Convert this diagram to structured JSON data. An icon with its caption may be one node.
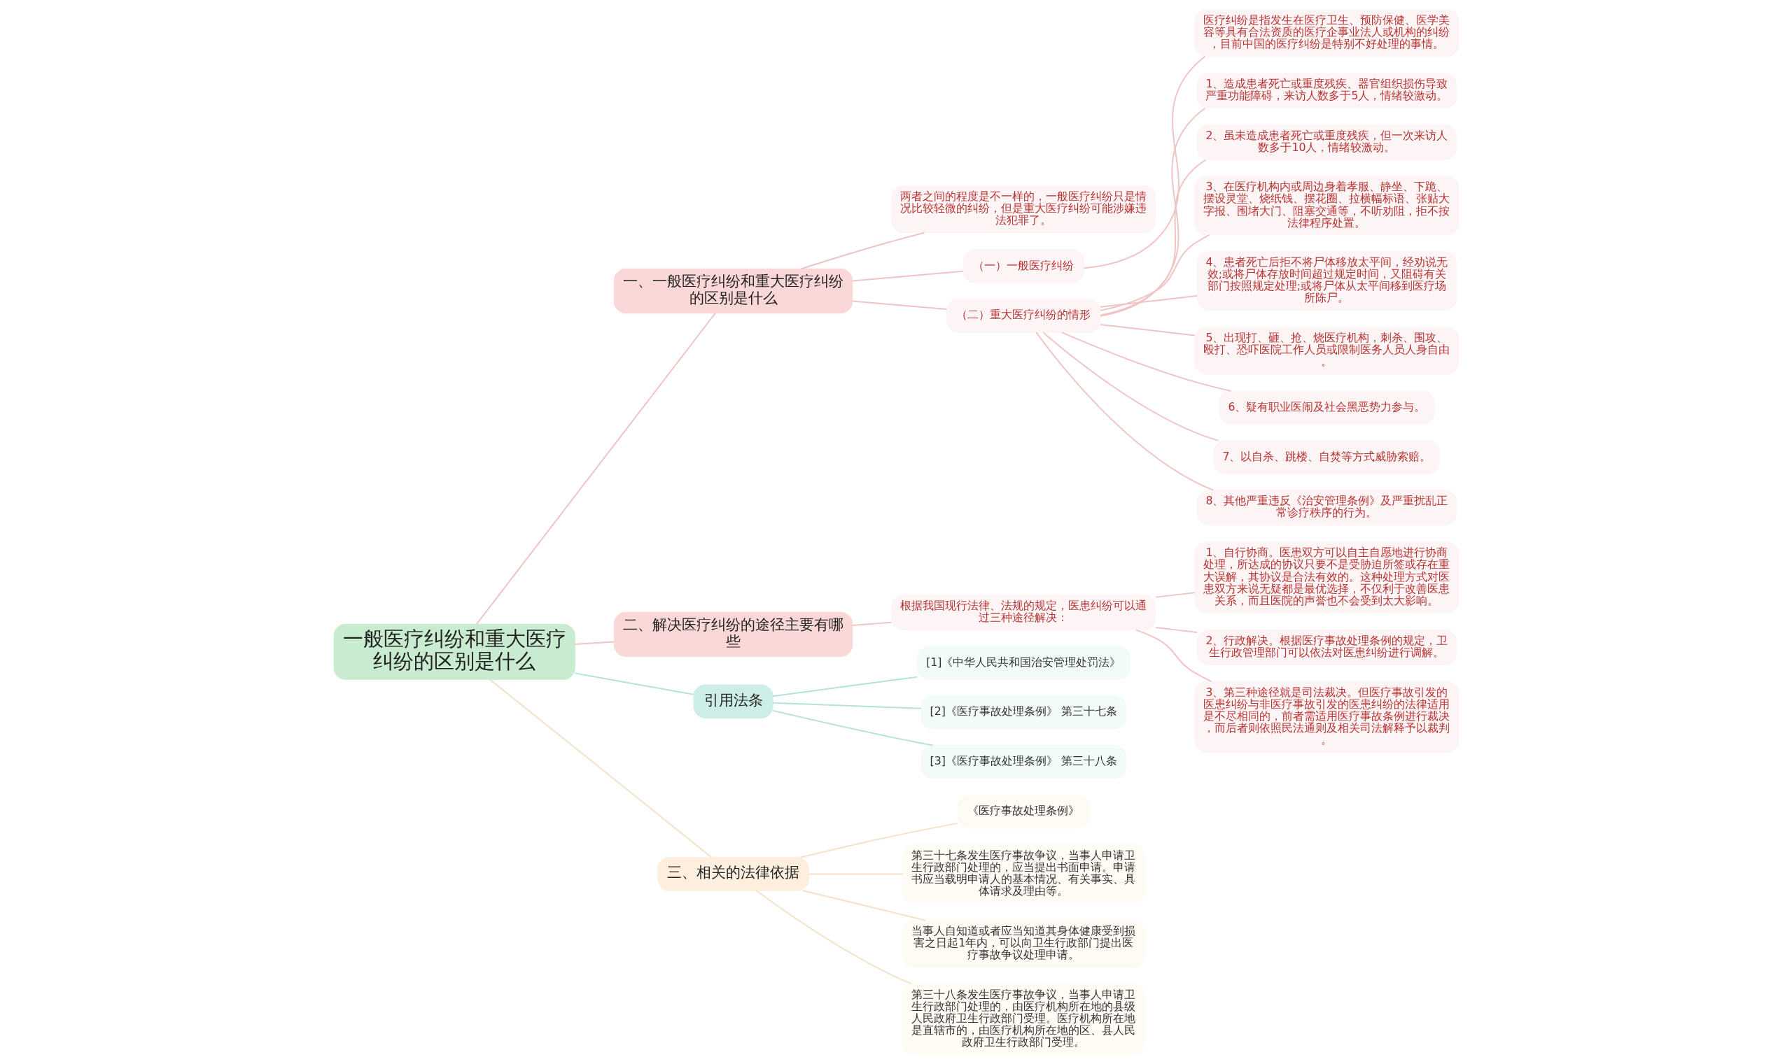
{
  "diagram": {
    "nodes": [
      {
        "text": [
          "一般医疗纠纷和重大医疗纠纷的区别是什么"
        ]
      },
      {
        "text": [
          "一、一般医疗纠纷和重大医疗纠纷的区别是什么"
        ]
      },
      {
        "text": [
          "两者之间的程度是不一样的，一般医疗纠纷只是情况比较轻微的纠纷，但是重大医疗纠纷可能涉嫌违法犯罪了。"
        ]
      },
      {
        "text": [
          "（一）一般医疗纠纷"
        ]
      },
      {
        "text": [
          "医疗纠纷是指发生在医疗卫生、预防保健、医学美容等具有合法资质的医疗企事业法人或机构的纠纷，目前中国的医疗纠纷是特别不好处理的事情。"
        ]
      },
      {
        "text": [
          "（二）重大医疗纠纷的情形"
        ]
      },
      {
        "text": [
          "1、造成患者死亡或重度残疾、器官组织损伤导致严重功能障碍，来访人数多于5人，情绪较激动。"
        ]
      },
      {
        "text": [
          "2、虽未造成患者死亡或重度残疾，但一次来访人数多于10人，情绪较激动。"
        ]
      },
      {
        "text": [
          "3、在医疗机构内或周边身着孝服、静坐、下跪、摆设灵堂、烧纸钱、摆花圈、拉横幅标语、张贴大字报、围堵大门、阻塞交通等，不听劝阻，拒不按法律程序处置。"
        ]
      },
      {
        "text": [
          "4、患者死亡后拒不将尸体移放太平间，经劝说无效;或将尸体存放时间超过规定时间，又阻碍有关部门按照规定处理;或将尸体从太平间移到医疗场所陈尸。"
        ]
      },
      {
        "text": [
          "5、出现打、砸、抢、烧医疗机构，刺杀、围攻、殴打、恐吓医院工作人员或限制医务人员人身自由。"
        ]
      },
      {
        "text": [
          "6、疑有职业医闹及社会黑恶势力参与。"
        ]
      },
      {
        "text": [
          "7、以自杀、跳楼、自焚等方式威胁索赔。"
        ]
      },
      {
        "text": [
          "8、其他严重违反《治安管理条例》及严重扰乱正常诊疗秩序的行为。"
        ]
      },
      {
        "text": [
          "二、解决医疗纠纷的途径主要有哪些"
        ]
      },
      {
        "text": [
          "根据我国现行法律、法规的规定，医患纠纷可以通过三种途径解决："
        ]
      },
      {
        "text": [
          "1、自行协商。医患双方可以自主自愿地进行协商处理，所达成的协议只要不是受胁迫所签或存在重大误解，其协议是合法有效的。这种处理方式对医患双方来说无疑都是最优选择，不仅利于改善医患关系，而且医院的声誉也不会受到太大影响。"
        ]
      },
      {
        "text": [
          "2、行政解决。根据医疗事故处理条例的规定，卫生行政管理部门可以依法对医患纠纷进行调解。"
        ]
      },
      {
        "text": [
          "3、第三种途径就是司法裁决。但医疗事故引发的医患纠纷与非医疗事故引发的医患纠纷的法律适用是不尽相同的，前者需适用医疗事故条例进行裁决，而后者则依照民法通则及相关司法解释予以裁判。"
        ]
      },
      {
        "text": [
          "引用法条"
        ]
      },
      {
        "text": [
          "[1]《中华人民共和国治安管理处罚法》"
        ]
      },
      {
        "text": [
          "[2]《医疗事故处理条例》 第三十七条"
        ]
      },
      {
        "text": [
          "[3]《医疗事故处理条例》 第三十八条"
        ]
      },
      {
        "text": [
          "三、相关的法律依据"
        ]
      },
      {
        "text": [
          "《医疗事故处理条例》"
        ]
      },
      {
        "text": [
          "第三十七条发生医疗事故争议，当事人申请卫生行政部门处理的，应当提出书面申请。申请书应当载明申请人的基本情况、有关事实、具体请求及理由等。"
        ]
      },
      {
        "text": [
          "当事人自知道或者应当知道其身体健康受到损害之日起1年内，可以向卫生行政部门提出医疗事故争议处理申请。"
        ]
      },
      {
        "text": [
          "第三十八条发生医疗事故争议，当事人申请卫生行政部门处理的，由医疗机构所在地的县级人民政府卫生行政部门受理。医疗机构所在地是直辖市的，由医疗机构所在地的区、县人民政府卫生行政部门受理。"
        ]
      }
    ],
    "edges": [
      {
        "from": 0,
        "to": 1,
        "arrow": "none"
      },
      {
        "from": 1,
        "to": 2,
        "arrow": "none"
      },
      {
        "from": 1,
        "to": 3,
        "arrow": "none"
      },
      {
        "from": 3,
        "to": 4,
        "arrow": "none"
      },
      {
        "from": 1,
        "to": 5,
        "arrow": "none"
      },
      {
        "from": 5,
        "to": 6,
        "arrow": "none"
      },
      {
        "from": 5,
        "to": 7,
        "arrow": "none"
      },
      {
        "from": 5,
        "to": 8,
        "arrow": "none"
      },
      {
        "from": 5,
        "to": 9,
        "arrow": "none"
      },
      {
        "from": 5,
        "to": 10,
        "arrow": "none"
      },
      {
        "from": 5,
        "to": 11,
        "arrow": "none"
      },
      {
        "from": 5,
        "to": 12,
        "arrow": "none"
      },
      {
        "from": 5,
        "to": 13,
        "arrow": "none"
      },
      {
        "from": 0,
        "to": 14,
        "arrow": "none"
      },
      {
        "from": 14,
        "to": 15,
        "arrow": "none"
      },
      {
        "from": 15,
        "to": 16,
        "arrow": "none"
      },
      {
        "from": 15,
        "to": 17,
        "arrow": "none"
      },
      {
        "from": 15,
        "to": 18,
        "arrow": "none"
      },
      {
        "from": 0,
        "to": 19,
        "arrow": "none",
        "color": "#b5e3db"
      },
      {
        "from": 19,
        "to": 20,
        "arrow": "none",
        "color": "#b5e3db"
      },
      {
        "from": 19,
        "to": 21,
        "arrow": "none",
        "color": "#b5e3db"
      },
      {
        "from": 19,
        "to": 22,
        "arrow": "none",
        "color": "#b5e3db"
      },
      {
        "from": 0,
        "to": 23,
        "arrow": "none",
        "color": "#f5e1c8"
      },
      {
        "from": 23,
        "to": 24,
        "arrow": "none",
        "color": "#f5e1c8"
      },
      {
        "from": 23,
        "to": 25,
        "arrow": "none",
        "color": "#f5e1c8"
      },
      {
        "from": 23,
        "to": 26,
        "arrow": "none",
        "color": "#f5e1c8"
      },
      {
        "from": 23,
        "to": 27,
        "arrow": "none",
        "color": "#f5e1c8"
      }
    ]
  }
}
